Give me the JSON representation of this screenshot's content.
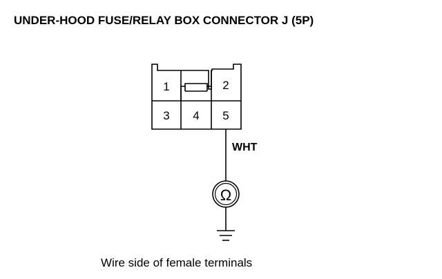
{
  "title": "UNDER-HOOD FUSE/RELAY BOX CONNECTOR J (5P)",
  "connector": {
    "terminals": [
      {
        "number": "1"
      },
      {
        "number": "2"
      },
      {
        "number": "3"
      },
      {
        "number": "4"
      },
      {
        "number": "5"
      }
    ]
  },
  "wire": {
    "color_label": "WHT"
  },
  "meter": {
    "symbol": "Ω",
    "icon": "ohmmeter-icon"
  },
  "ground": {
    "icon": "ground-icon"
  },
  "caption": "Wire side of female terminals"
}
